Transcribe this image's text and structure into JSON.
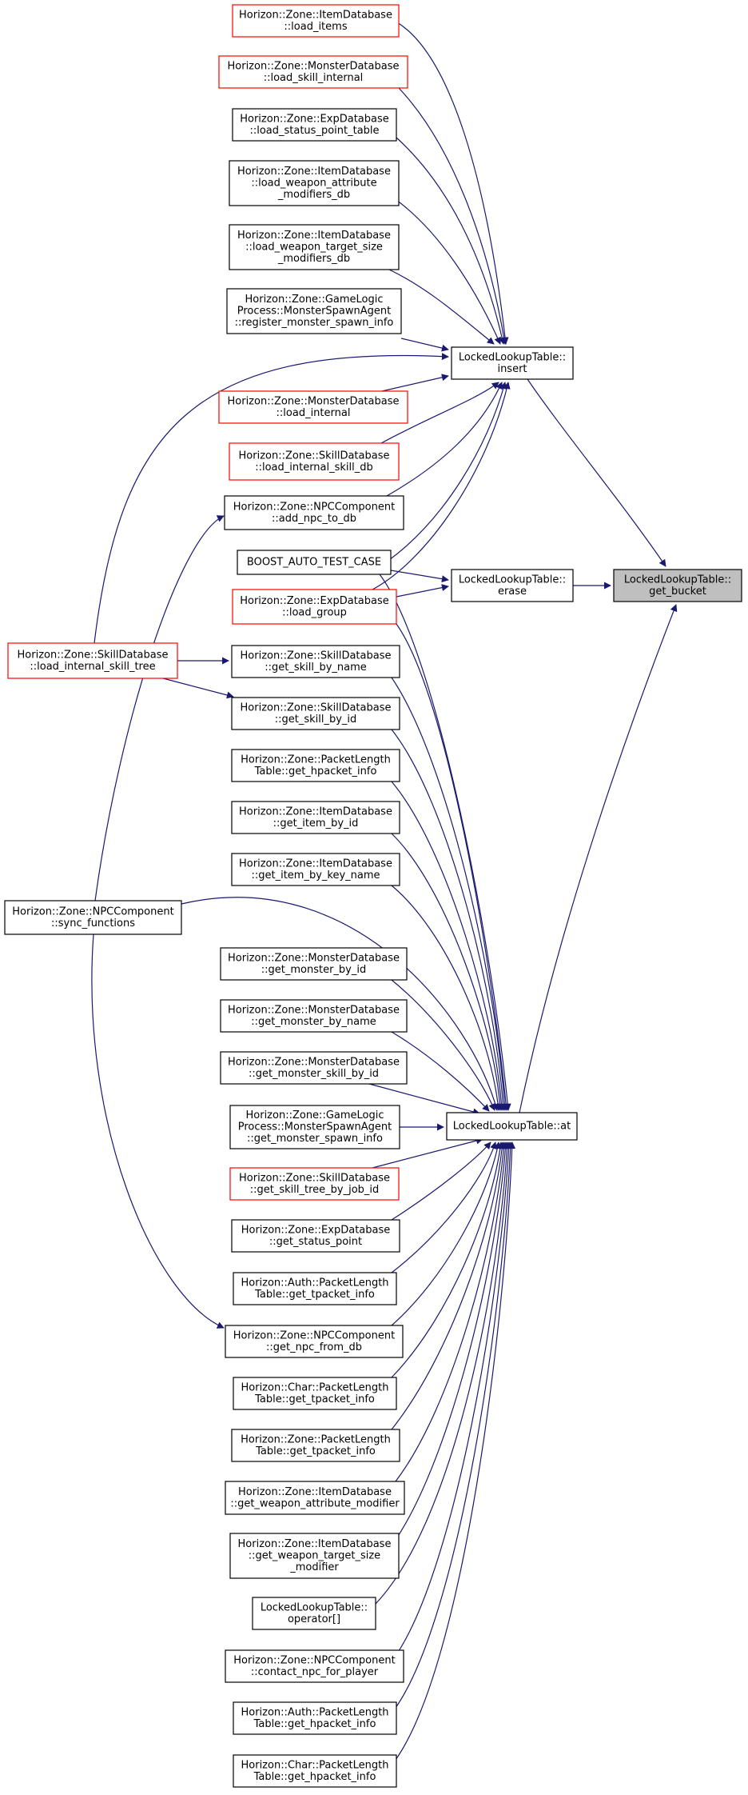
{
  "colors": {
    "edge": "#191970",
    "node_border_default": "#000000",
    "node_border_red": "#ff0000",
    "target_fill": "#bfbfbf",
    "node_fill": "#ffffff"
  },
  "nodes": [
    {
      "id": "get_bucket",
      "lines": [
        "LockedLookupTable::",
        "get_bucket"
      ],
      "style": "target"
    },
    {
      "id": "insert",
      "lines": [
        "LockedLookupTable::",
        "insert"
      ],
      "style": "black"
    },
    {
      "id": "erase",
      "lines": [
        "LockedLookupTable::",
        "erase"
      ],
      "style": "black"
    },
    {
      "id": "at",
      "lines": [
        "LockedLookupTable::at"
      ],
      "style": "black"
    },
    {
      "id": "load_items",
      "lines": [
        "Horizon::Zone::ItemDatabase",
        "::load_items"
      ],
      "style": "red"
    },
    {
      "id": "load_skill_internal",
      "lines": [
        "Horizon::Zone::MonsterDatabase",
        "::load_skill_internal"
      ],
      "style": "red"
    },
    {
      "id": "load_status_point_table",
      "lines": [
        "Horizon::Zone::ExpDatabase",
        "::load_status_point_table"
      ],
      "style": "black"
    },
    {
      "id": "load_weapon_attribute",
      "lines": [
        "Horizon::Zone::ItemDatabase",
        "::load_weapon_attribute",
        "_modifiers_db"
      ],
      "style": "black"
    },
    {
      "id": "load_weapon_target",
      "lines": [
        "Horizon::Zone::ItemDatabase",
        "::load_weapon_target_size",
        "_modifiers_db"
      ],
      "style": "black"
    },
    {
      "id": "register_spawn",
      "lines": [
        "Horizon::Zone::GameLogic",
        "Process::MonsterSpawnAgent",
        "::register_monster_spawn_info"
      ],
      "style": "black"
    },
    {
      "id": "load_internal",
      "lines": [
        "Horizon::Zone::MonsterDatabase",
        "::load_internal"
      ],
      "style": "red"
    },
    {
      "id": "load_internal_skill_db",
      "lines": [
        "Horizon::Zone::SkillDatabase",
        "::load_internal_skill_db"
      ],
      "style": "red"
    },
    {
      "id": "add_npc_to_db",
      "lines": [
        "Horizon::Zone::NPCComponent",
        "::add_npc_to_db"
      ],
      "style": "black"
    },
    {
      "id": "boost",
      "lines": [
        "BOOST_AUTO_TEST_CASE"
      ],
      "style": "black"
    },
    {
      "id": "load_group",
      "lines": [
        "Horizon::Zone::ExpDatabase",
        "::load_group"
      ],
      "style": "red"
    },
    {
      "id": "load_internal_skill_tree",
      "lines": [
        "Horizon::Zone::SkillDatabase",
        "::load_internal_skill_tree"
      ],
      "style": "red"
    },
    {
      "id": "get_skill_by_name",
      "lines": [
        "Horizon::Zone::SkillDatabase",
        "::get_skill_by_name"
      ],
      "style": "black"
    },
    {
      "id": "get_skill_by_id",
      "lines": [
        "Horizon::Zone::SkillDatabase",
        "::get_skill_by_id"
      ],
      "style": "black"
    },
    {
      "id": "zone_get_hpacket_info",
      "lines": [
        "Horizon::Zone::PacketLength",
        "Table::get_hpacket_info"
      ],
      "style": "black"
    },
    {
      "id": "get_item_by_id",
      "lines": [
        "Horizon::Zone::ItemDatabase",
        "::get_item_by_id"
      ],
      "style": "black"
    },
    {
      "id": "get_item_by_key_name",
      "lines": [
        "Horizon::Zone::ItemDatabase",
        "::get_item_by_key_name"
      ],
      "style": "black"
    },
    {
      "id": "sync_functions",
      "lines": [
        "Horizon::Zone::NPCComponent",
        "::sync_functions"
      ],
      "style": "black"
    },
    {
      "id": "get_monster_by_id",
      "lines": [
        "Horizon::Zone::MonsterDatabase",
        "::get_monster_by_id"
      ],
      "style": "black"
    },
    {
      "id": "get_monster_by_name",
      "lines": [
        "Horizon::Zone::MonsterDatabase",
        "::get_monster_by_name"
      ],
      "style": "black"
    },
    {
      "id": "get_monster_skill_by_id",
      "lines": [
        "Horizon::Zone::MonsterDatabase",
        "::get_monster_skill_by_id"
      ],
      "style": "black"
    },
    {
      "id": "get_monster_spawn_info",
      "lines": [
        "Horizon::Zone::GameLogic",
        "Process::MonsterSpawnAgent",
        "::get_monster_spawn_info"
      ],
      "style": "black"
    },
    {
      "id": "get_skill_tree_by_job_id",
      "lines": [
        "Horizon::Zone::SkillDatabase",
        "::get_skill_tree_by_job_id"
      ],
      "style": "red"
    },
    {
      "id": "get_status_point",
      "lines": [
        "Horizon::Zone::ExpDatabase",
        "::get_status_point"
      ],
      "style": "black"
    },
    {
      "id": "auth_get_tpacket_info",
      "lines": [
        "Horizon::Auth::PacketLength",
        "Table::get_tpacket_info"
      ],
      "style": "black"
    },
    {
      "id": "get_npc_from_db",
      "lines": [
        "Horizon::Zone::NPCComponent",
        "::get_npc_from_db"
      ],
      "style": "black"
    },
    {
      "id": "char_get_tpacket_info",
      "lines": [
        "Horizon::Char::PacketLength",
        "Table::get_tpacket_info"
      ],
      "style": "black"
    },
    {
      "id": "zone_get_tpacket_info",
      "lines": [
        "Horizon::Zone::PacketLength",
        "Table::get_tpacket_info"
      ],
      "style": "black"
    },
    {
      "id": "get_weapon_attribute_modifier",
      "lines": [
        "Horizon::Zone::ItemDatabase",
        "::get_weapon_attribute_modifier"
      ],
      "style": "black"
    },
    {
      "id": "get_weapon_target_size_modifier",
      "lines": [
        "Horizon::Zone::ItemDatabase",
        "::get_weapon_target_size",
        "_modifier"
      ],
      "style": "black"
    },
    {
      "id": "operator_index",
      "lines": [
        "LockedLookupTable::",
        "operator[]"
      ],
      "style": "black"
    },
    {
      "id": "contact_npc_for_player",
      "lines": [
        "Horizon::Zone::NPCComponent",
        "::contact_npc_for_player"
      ],
      "style": "black"
    },
    {
      "id": "auth_get_hpacket_info",
      "lines": [
        "Horizon::Auth::PacketLength",
        "Table::get_hpacket_info"
      ],
      "style": "black"
    },
    {
      "id": "char_get_hpacket_info",
      "lines": [
        "Horizon::Char::PacketLength",
        "Table::get_hpacket_info"
      ],
      "style": "black"
    }
  ],
  "edges": [
    {
      "from": "insert",
      "to": "get_bucket"
    },
    {
      "from": "erase",
      "to": "get_bucket"
    },
    {
      "from": "at",
      "to": "get_bucket"
    },
    {
      "from": "load_items",
      "to": "insert"
    },
    {
      "from": "load_skill_internal",
      "to": "insert"
    },
    {
      "from": "load_status_point_table",
      "to": "insert"
    },
    {
      "from": "load_weapon_attribute",
      "to": "insert"
    },
    {
      "from": "load_weapon_target",
      "to": "insert"
    },
    {
      "from": "register_spawn",
      "to": "insert"
    },
    {
      "from": "load_internal_skill_tree",
      "to": "insert"
    },
    {
      "from": "load_internal",
      "to": "insert"
    },
    {
      "from": "load_internal_skill_db",
      "to": "insert"
    },
    {
      "from": "add_npc_to_db",
      "to": "insert"
    },
    {
      "from": "boost",
      "to": "insert"
    },
    {
      "from": "load_group",
      "to": "insert"
    },
    {
      "from": "boost",
      "to": "erase"
    },
    {
      "from": "load_group",
      "to": "erase"
    },
    {
      "from": "sync_functions",
      "to": "add_npc_to_db"
    },
    {
      "from": "sync_functions",
      "to": "get_npc_from_db"
    },
    {
      "from": "load_internal_skill_tree",
      "to": "get_skill_by_name"
    },
    {
      "from": "load_internal_skill_tree",
      "to": "get_skill_by_id"
    },
    {
      "from": "boost",
      "to": "at"
    },
    {
      "from": "load_group",
      "to": "at"
    },
    {
      "from": "get_skill_by_name",
      "to": "at"
    },
    {
      "from": "get_skill_by_id",
      "to": "at"
    },
    {
      "from": "zone_get_hpacket_info",
      "to": "at"
    },
    {
      "from": "get_item_by_id",
      "to": "at"
    },
    {
      "from": "get_item_by_key_name",
      "to": "at"
    },
    {
      "from": "sync_functions",
      "to": "at"
    },
    {
      "from": "get_monster_by_id",
      "to": "at"
    },
    {
      "from": "get_monster_by_name",
      "to": "at"
    },
    {
      "from": "get_monster_skill_by_id",
      "to": "at"
    },
    {
      "from": "get_monster_spawn_info",
      "to": "at"
    },
    {
      "from": "get_skill_tree_by_job_id",
      "to": "at"
    },
    {
      "from": "get_status_point",
      "to": "at"
    },
    {
      "from": "auth_get_tpacket_info",
      "to": "at"
    },
    {
      "from": "get_npc_from_db",
      "to": "at"
    },
    {
      "from": "char_get_tpacket_info",
      "to": "at"
    },
    {
      "from": "zone_get_tpacket_info",
      "to": "at"
    },
    {
      "from": "get_weapon_attribute_modifier",
      "to": "at"
    },
    {
      "from": "get_weapon_target_size_modifier",
      "to": "at"
    },
    {
      "from": "operator_index",
      "to": "at"
    },
    {
      "from": "contact_npc_for_player",
      "to": "at"
    },
    {
      "from": "auth_get_hpacket_info",
      "to": "at"
    },
    {
      "from": "char_get_hpacket_info",
      "to": "at"
    }
  ]
}
